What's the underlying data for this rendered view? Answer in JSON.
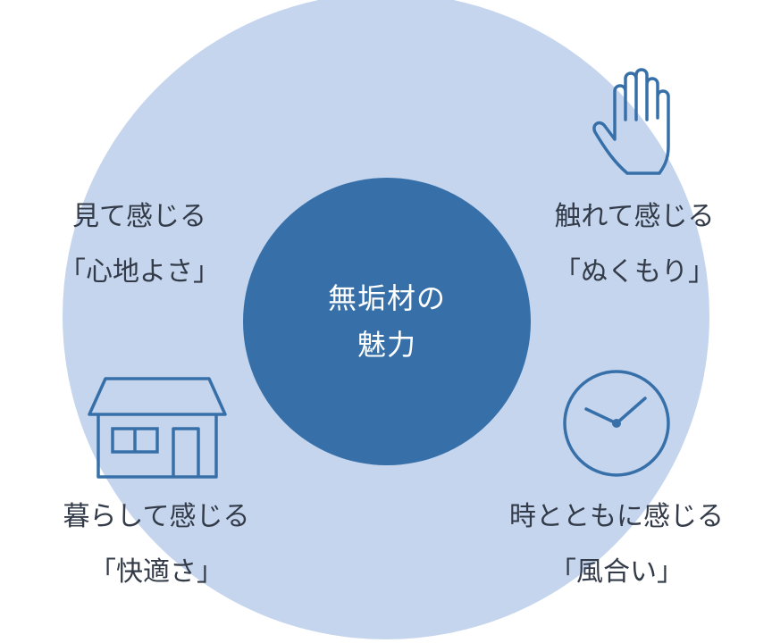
{
  "center": {
    "line1": "無垢材の",
    "line2": "魅力"
  },
  "features": {
    "see": {
      "line1": "見て感じる",
      "line2": "「心地よさ」"
    },
    "touch": {
      "line1": "触れて感じる",
      "line2": "「ぬくもり」",
      "icon": "hand-icon"
    },
    "live": {
      "line1": "暮らして感じる",
      "line2": "「快適さ」",
      "icon": "house-icon"
    },
    "time": {
      "line1": "時とともに感じる",
      "line2": "「風合い」",
      "icon": "clock-icon"
    }
  },
  "colors": {
    "outer": "#c5d5ee",
    "inner": "#3770a9",
    "icon_stroke": "#3770a9",
    "label_text": "#333b49"
  }
}
